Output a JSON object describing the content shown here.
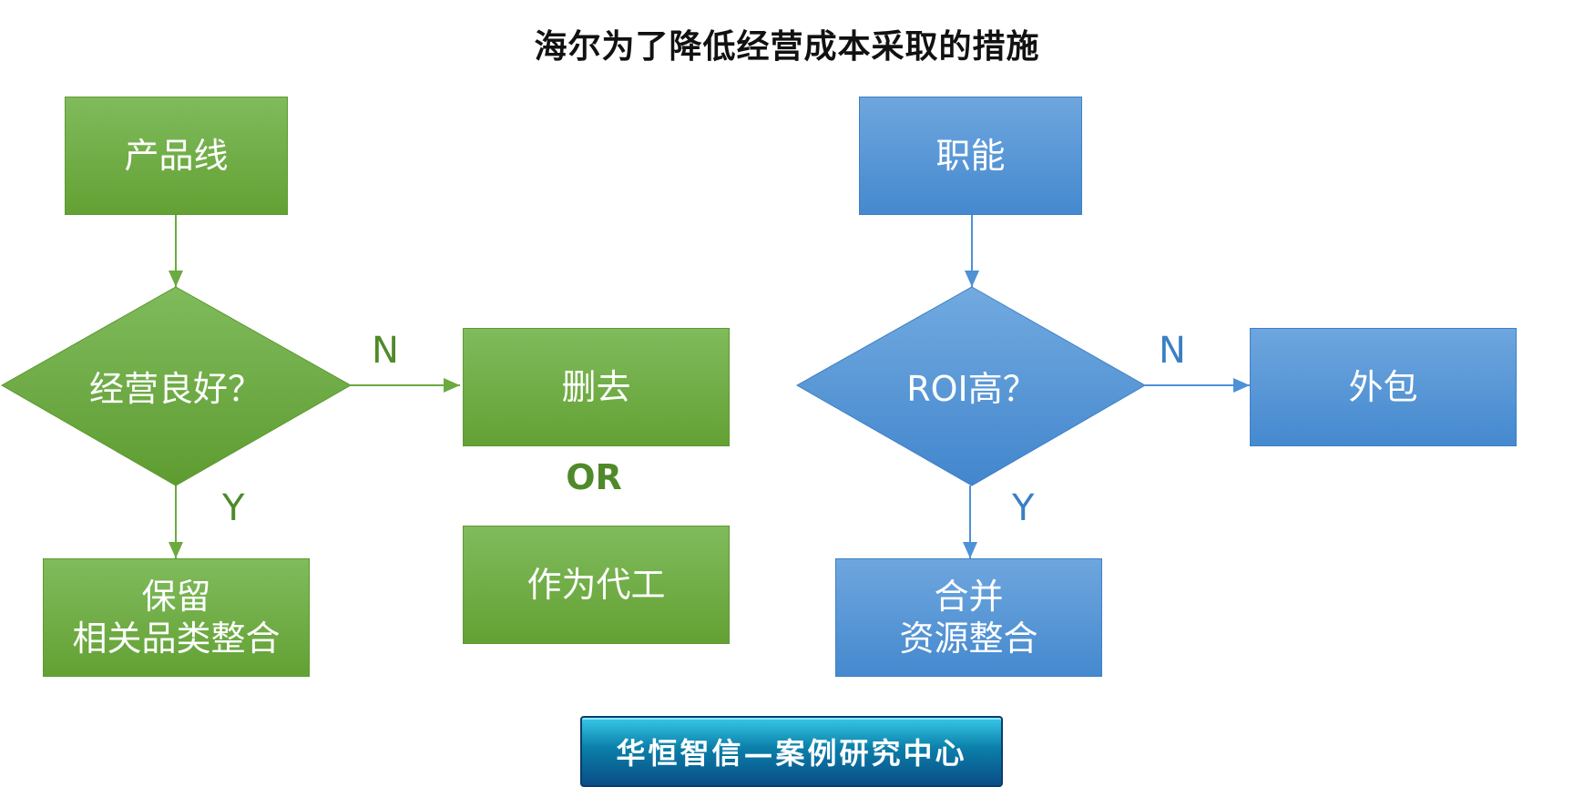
{
  "title": "海尔为了降低经营成本采取的措施",
  "left": {
    "start": "产品线",
    "decision": "经营良好？",
    "no_label": "N",
    "yes_label": "Y",
    "no_target_1": "删去",
    "or_label": "OR",
    "no_target_2": "作为代工",
    "yes_target_line1": "保留",
    "yes_target_line2": "相关品类整合"
  },
  "right": {
    "start": "职能",
    "decision": "ROI高？",
    "no_label": "N",
    "yes_label": "Y",
    "no_target": "外包",
    "yes_target_line1": "合并",
    "yes_target_line2": "资源整合"
  },
  "footer": "华恒智信—案例研究中心",
  "colors": {
    "green": "#6aaa3e",
    "blue": "#4d91d6"
  }
}
